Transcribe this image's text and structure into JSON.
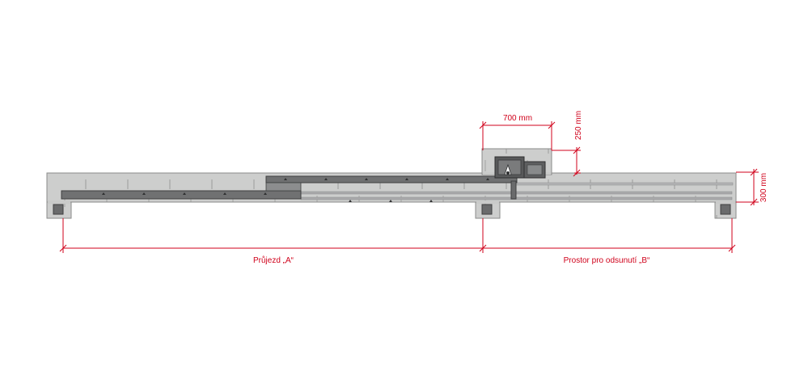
{
  "dimensions": {
    "width_700": "700 mm",
    "height_250": "250 mm",
    "depth_300": "300 mm",
    "passage_label": "Průjezd „A“",
    "space_label": "Prostor pro odsunutí „B“"
  },
  "colors": {
    "dimension": "#d0021b",
    "concrete": "#c9cac9",
    "concrete_edge": "#8a8b8a",
    "gate_beam": "#6e6f70",
    "rail": "#9a9b9c",
    "motor": "#5c5d5e"
  }
}
